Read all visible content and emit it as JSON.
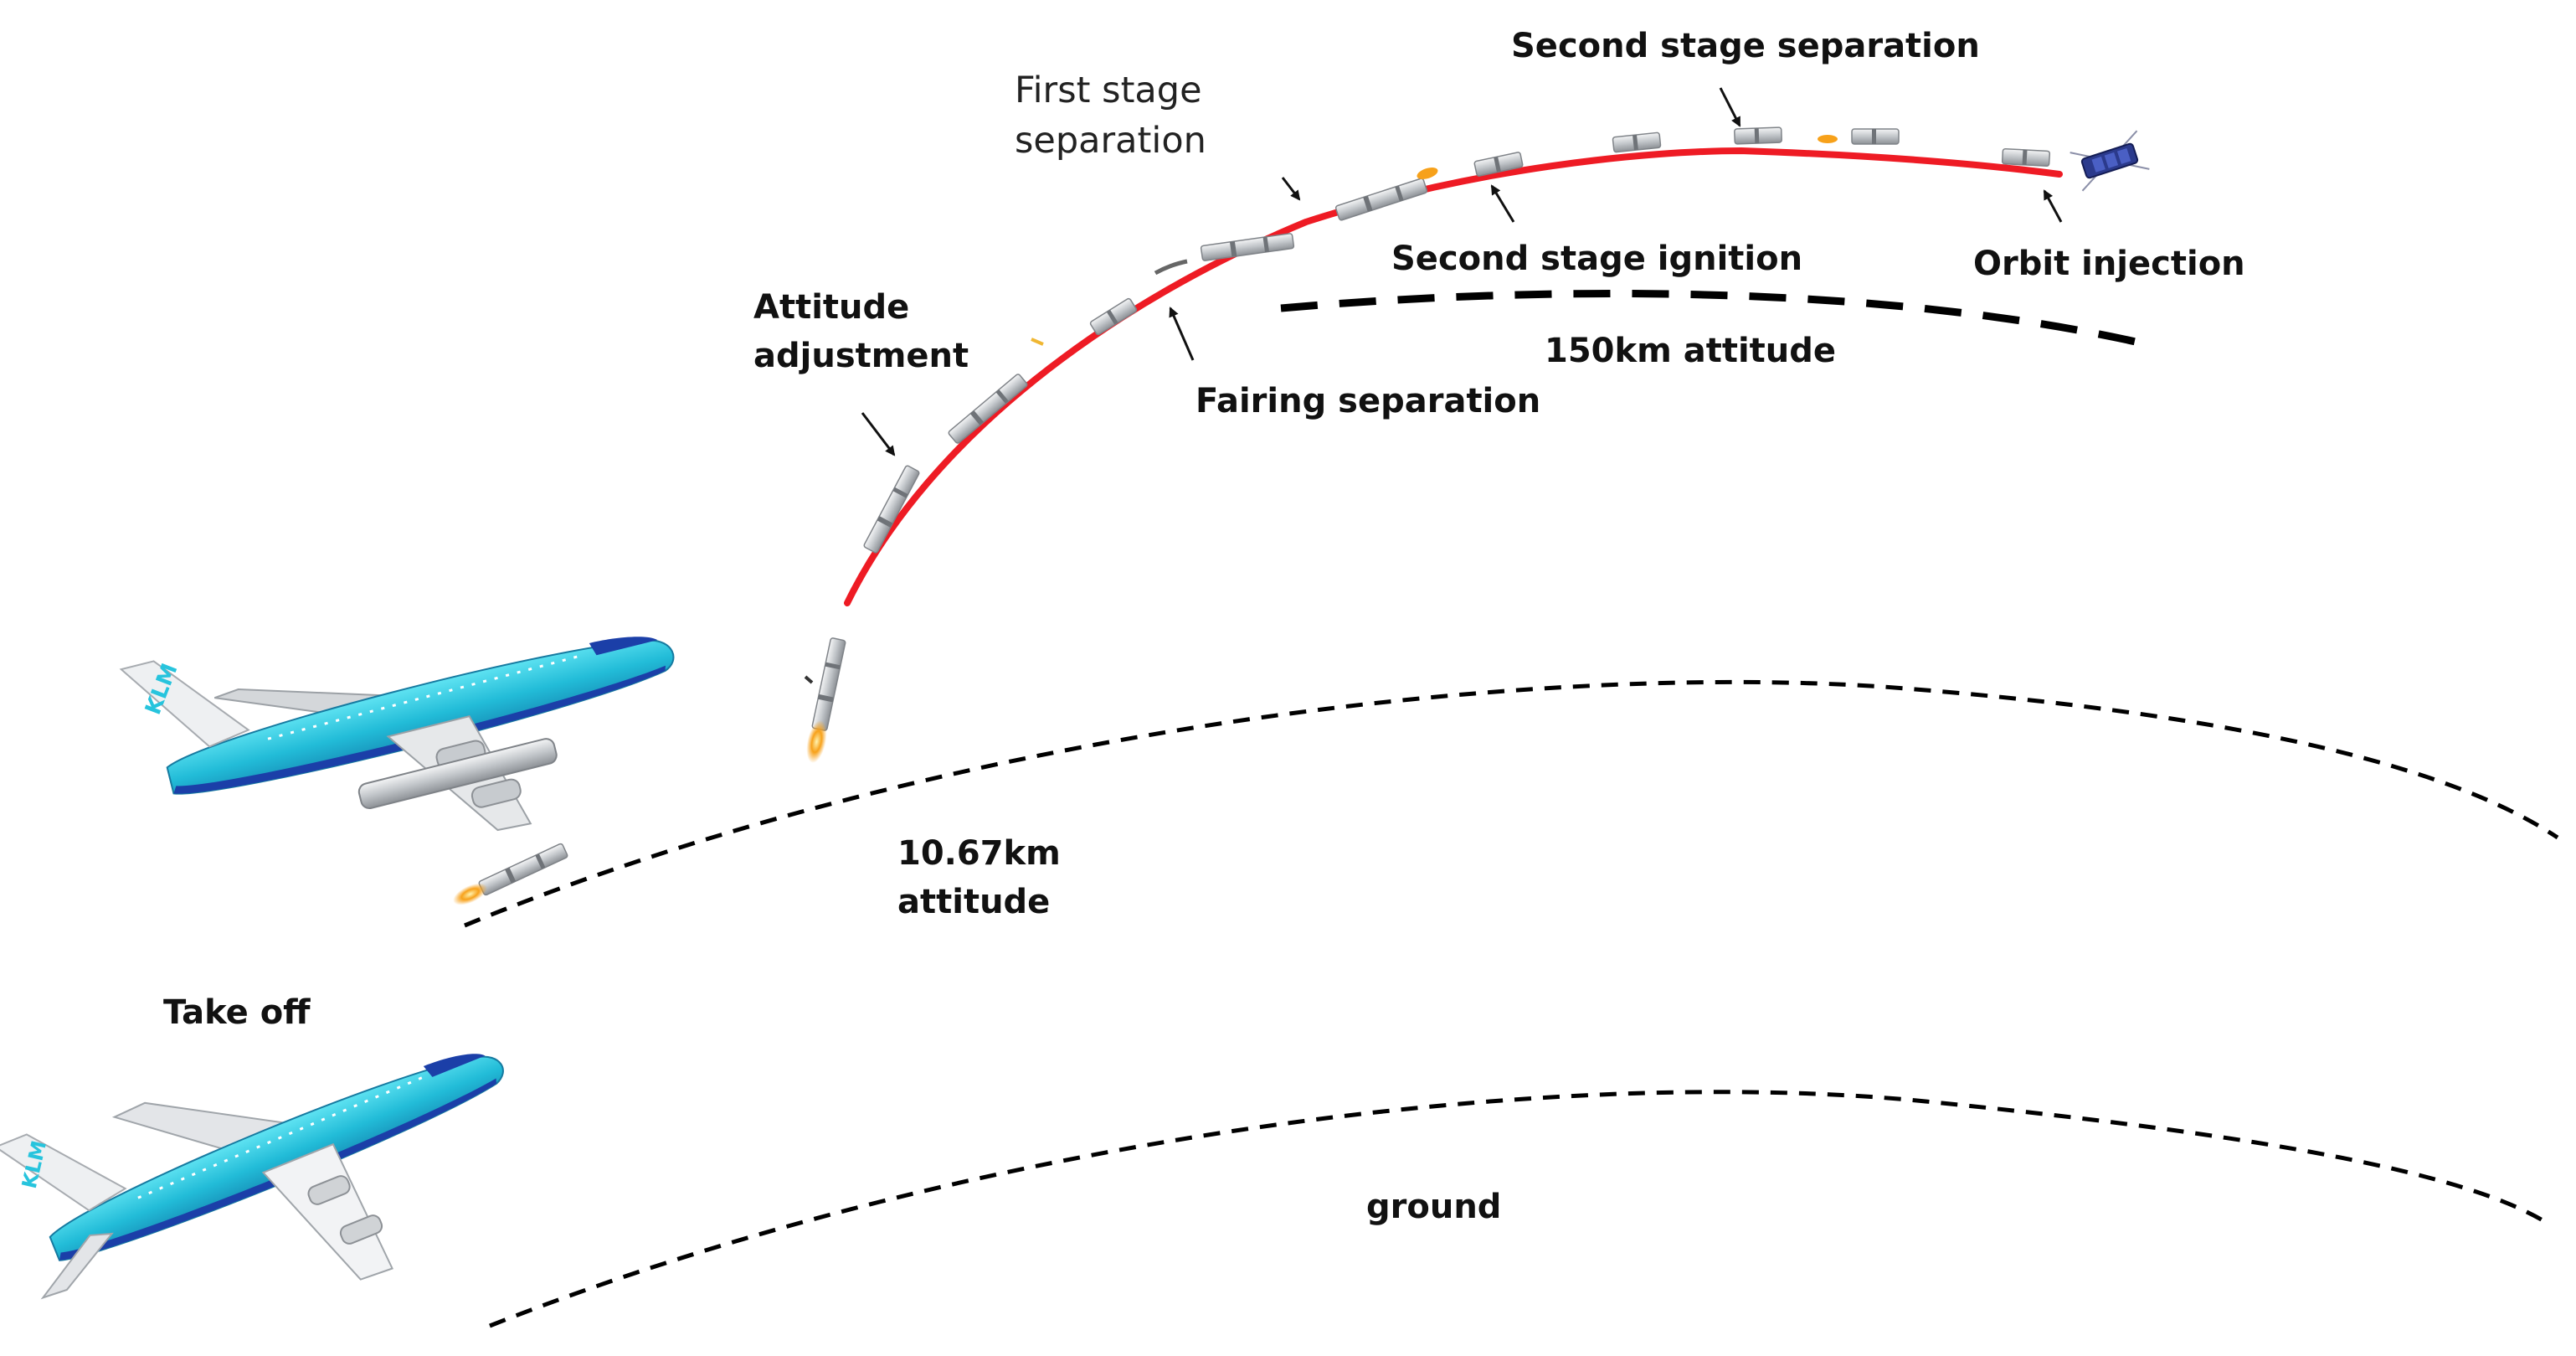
{
  "labels": {
    "take_off": "Take off",
    "ground": "ground",
    "altitude_low_line1": "10.67km",
    "altitude_low_line2": "attitude",
    "altitude_high": "150km attitude",
    "attitude_adjustment_line1": "Attitude",
    "attitude_adjustment_line2": "adjustment",
    "first_stage_line1": "First stage",
    "first_stage_line2": "separation",
    "fairing_separation": "Fairing separation",
    "second_stage_ignition": "Second stage ignition",
    "second_stage_separation": "Second stage separation",
    "orbit_injection": "Orbit injection"
  },
  "aircraft": {
    "livery_text": "KLM"
  },
  "colors": {
    "trajectory": "#ee1b24",
    "fuselage_blue": "#27c4dd",
    "fuselage_dark_blue": "#1b3fa8",
    "rocket_body": "#bfc3c7",
    "flame": "#f7a11a",
    "satellite": "#2b3a8c"
  }
}
